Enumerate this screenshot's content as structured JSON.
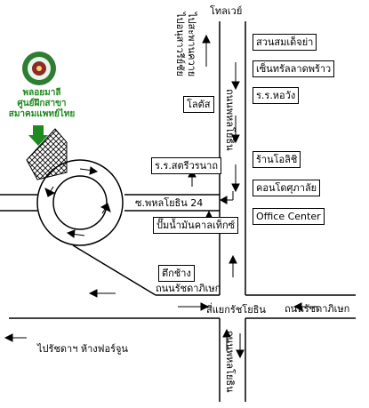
{
  "colors": {
    "brand": "#1f8a1f",
    "ink": "#000000",
    "background": "#ffffff"
  },
  "hospital": {
    "name": "พลอยมาลี",
    "line2": "ศูนย์ฝึกสาขา",
    "line3": "สมาคมแพทย์ไทย",
    "logo_icon": "hospital-seal-icon",
    "pointer_icon": "arrow-down-icon"
  },
  "roads": {
    "top": "โทลเวย์",
    "vibhavadi_upper": "ถนนพหลโยธิน",
    "vibhavadi_lower": "ถนนพหลโยธิน",
    "to_saphan_khwai": "ไปสะพานควาย",
    "ratchada_left": "ถนนรัชดาภิเษก",
    "ratchada_right": "ถนนรัชดาภิเษก",
    "intersection": "สี่แยกรัชโยธิน",
    "soi": "ซ.พหลโยธิน 24",
    "to_ladprao_left": "ไปรัชดาฯ ห้างฟอร์จูน",
    "to_anusawari": "ไปอนุสาวรีย์ชัย"
  },
  "places": {
    "suan_somdet": "สวนสมเด็จย่า",
    "central_ladprao": "เซ็นทรัลลาดพร้าว",
    "rr_horwang": "ร.ร.หอวัง",
    "lotus": "โลตัส",
    "rr_satri": "ร.ร.สตรีวรนาถ",
    "robinson": "ร้านโอลิชิ",
    "condo": "คอนโดศุภาลัย",
    "office_center": "Office Center",
    "pump": "ปั๊มน้ำมันคาลเท็กซ์",
    "tuk_chang": "ตึกช้าง"
  }
}
